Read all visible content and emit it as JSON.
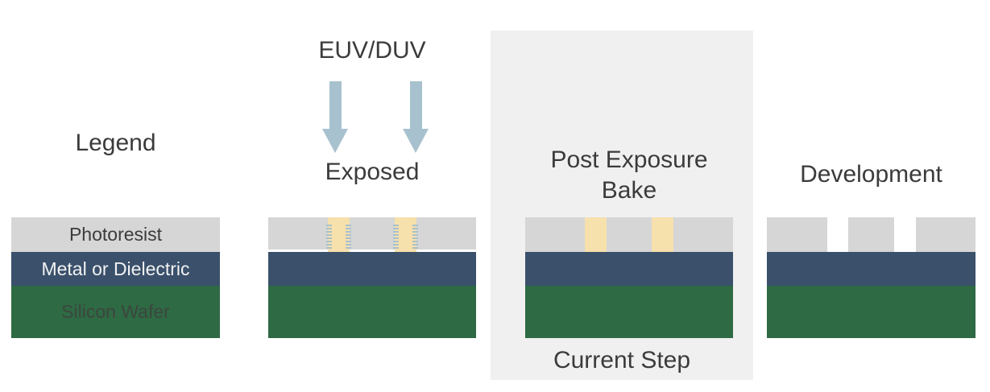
{
  "colors": {
    "background": "#ffffff",
    "current_step_bg": "#f0f0f0",
    "title_text": "#3b3b3b",
    "exposed_region": "#f6e0ac",
    "standing_wave_tick": "#a8c1ce",
    "arrow": "#a8c1ce",
    "resist_separation_line": "#ffffff"
  },
  "legend": {
    "title": "Legend",
    "layers": [
      {
        "label": "Photoresist",
        "color": "#d6d6d6",
        "label_color": "#3b3b3b"
      },
      {
        "label": "Metal or Dielectric",
        "color": "#3a506b",
        "label_color": "#f2f2f2"
      },
      {
        "label": "Silicon Wafer",
        "color": "#2e6a44",
        "label_color": "#3c463e"
      }
    ]
  },
  "exposure": {
    "source_label": "EUV/DUV",
    "step_label": "Exposed"
  },
  "bake": {
    "step_label": "Post Exposure Bake",
    "current_step_label": "Current Step"
  },
  "development": {
    "step_label": "Development"
  }
}
